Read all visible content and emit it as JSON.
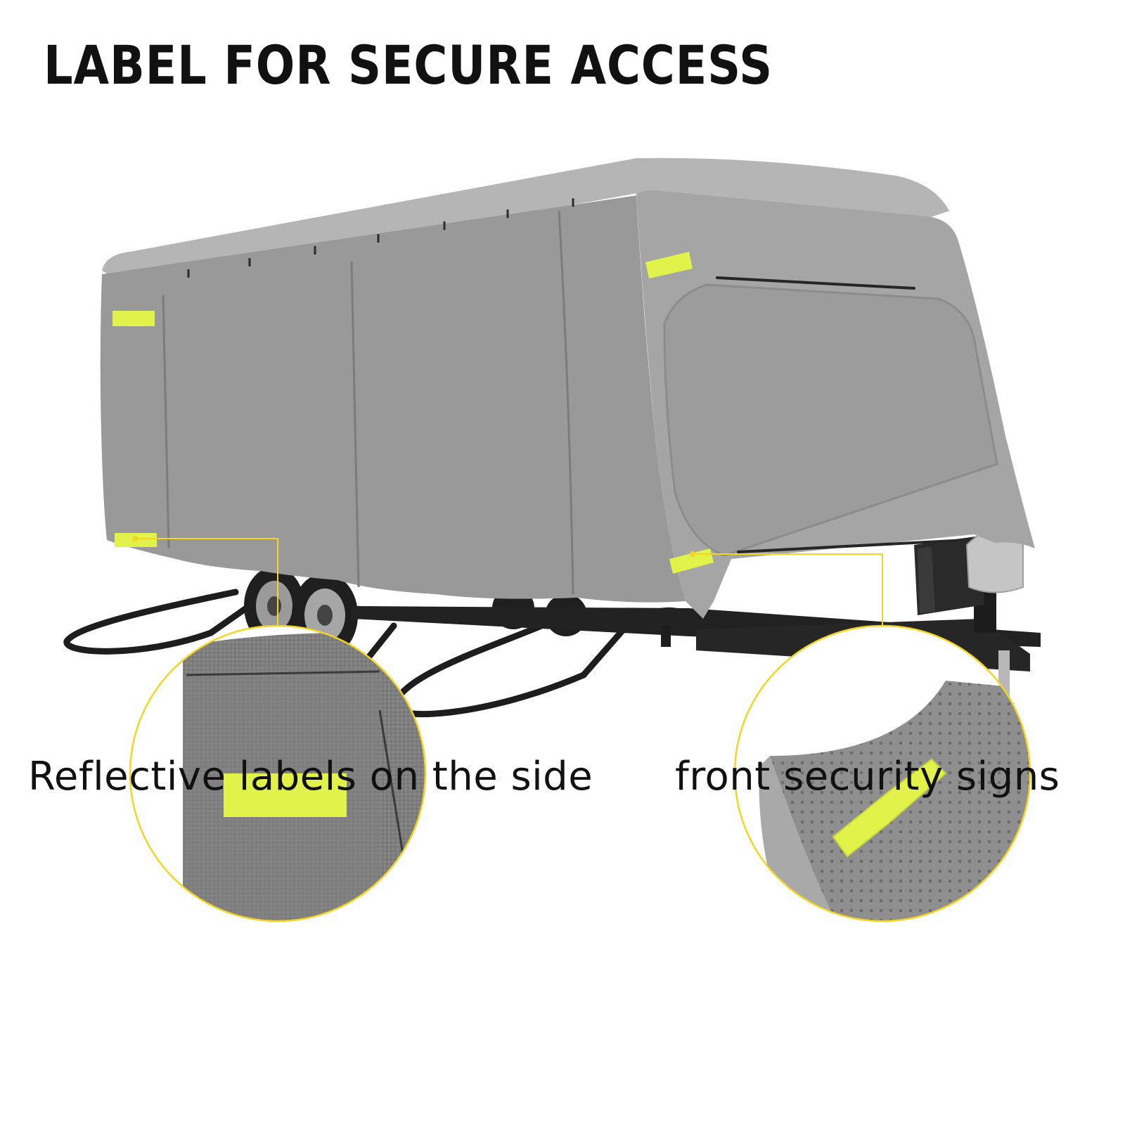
{
  "headline": "LABEL FOR SECURE ACCESS",
  "captions": {
    "left": "Reflective labels on the side",
    "right": "front security signs"
  },
  "colors": {
    "reflective": "#e1f24a",
    "callout": "#f5d423",
    "cover": "#9a9a9a"
  }
}
